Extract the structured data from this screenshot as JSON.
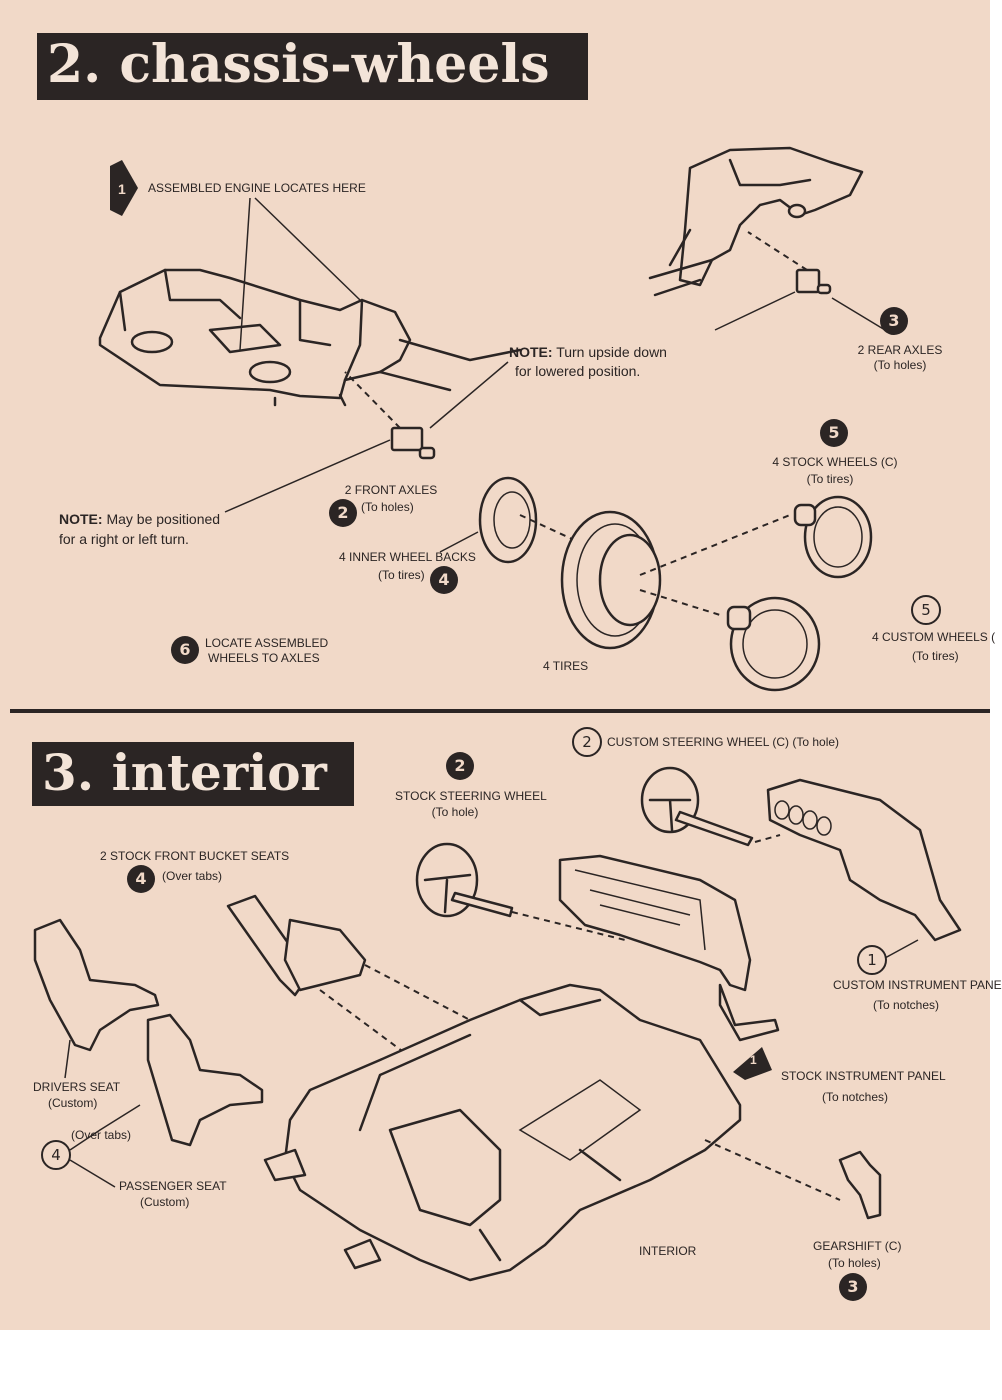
{
  "section2": {
    "title": "2. chassis-wheels",
    "step1_label": "ASSEMBLED ENGINE LOCATES HERE",
    "step1_num": "1",
    "note_turn_bold": "NOTE:",
    "note_turn_text1": " Turn upside down",
    "note_turn_text2": "for lowered position.",
    "rear_axles_num": "3",
    "rear_axles_line1": "2 REAR AXLES",
    "rear_axles_line2": "(To holes)",
    "front_axles_line1": "2 FRONT AXLES",
    "front_axles_line2": "(To holes)",
    "front_axles_num": "2",
    "note_pos_bold": "NOTE:",
    "note_pos_text1": " May be positioned",
    "note_pos_text2": "for a right or left turn.",
    "stock_wheels_num": "5",
    "stock_wheels_line1": "4 STOCK WHEELS (C)",
    "stock_wheels_line2": "(To tires)",
    "inner_backs_line1": "4 INNER WHEEL BACKS",
    "inner_backs_line2": "(To tires)",
    "inner_backs_num": "4",
    "custom_wheels_num": "5",
    "custom_wheels_line1": "4 CUSTOM WHEELS (",
    "custom_wheels_line2": "(To tires)",
    "locate_num": "6",
    "locate_line1": "LOCATE ASSEMBLED",
    "locate_line2": "WHEELS TO AXLES",
    "tires_label": "4 TIRES"
  },
  "section3": {
    "title": "3. interior",
    "custom_steering_num": "2",
    "custom_steering_label": "CUSTOM STEERING WHEEL (C)  (To hole)",
    "stock_steering_num": "2",
    "stock_steering_line1": "STOCK STEERING WHEEL",
    "stock_steering_line2": "(To hole)",
    "bucket_line1": "2 STOCK FRONT BUCKET SEATS",
    "bucket_num": "4",
    "bucket_line2": "(Over tabs)",
    "custom_panel_num": "1",
    "custom_panel_line1": "CUSTOM INSTRUMENT PANE",
    "custom_panel_line2": "(To notches)",
    "stock_panel_num": "1",
    "stock_panel_line1": "STOCK INSTRUMENT PANEL",
    "stock_panel_line2": "(To notches)",
    "drivers_line1": "DRIVERS SEAT",
    "drivers_line2": "(Custom)",
    "over_tabs": "(Over tabs)",
    "seats_num": "4",
    "passenger_line1": "PASSENGER SEAT",
    "passenger_line2": "(Custom)",
    "interior_label": "INTERIOR",
    "gearshift_line1": "GEARSHIFT (C)",
    "gearshift_line2": "(To holes)",
    "gearshift_num": "3"
  },
  "colors": {
    "paper": "#f1d9c8",
    "ink": "#2b2524"
  }
}
